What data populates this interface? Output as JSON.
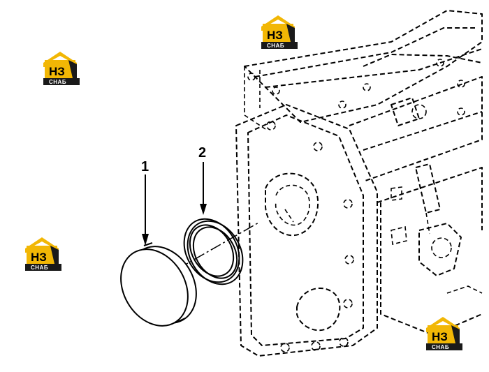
{
  "diagram": {
    "callouts": [
      {
        "id": "1",
        "label": "1"
      },
      {
        "id": "2",
        "label": "2"
      }
    ],
    "parts": [
      {
        "id": "cover-plate",
        "callout": "1"
      },
      {
        "id": "seal-ring",
        "callout": "2"
      }
    ]
  },
  "watermark": {
    "top_text": "НЗ",
    "bottom_text": "СНАБ",
    "colors": {
      "roof": "#f2b705",
      "dark": "#1a1a1a",
      "text": "#ffffff"
    },
    "instances": 4
  }
}
